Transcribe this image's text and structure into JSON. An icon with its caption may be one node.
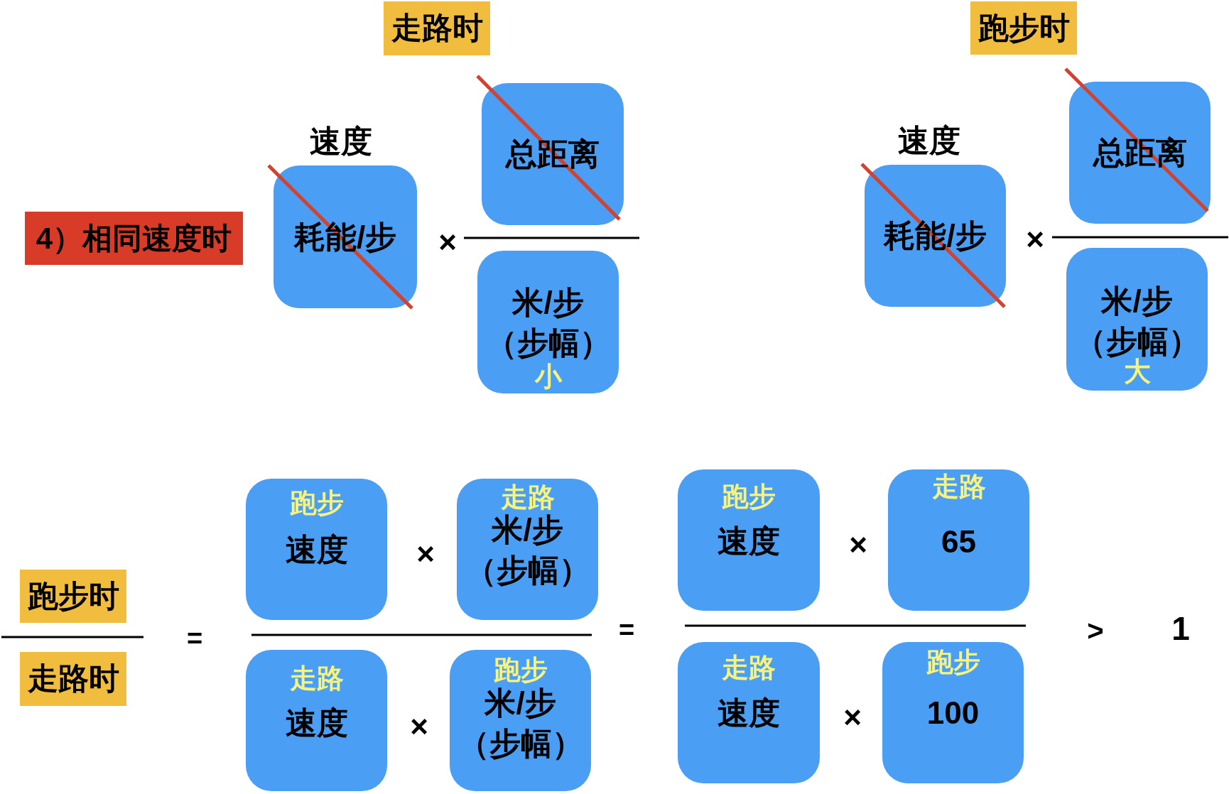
{
  "diagram": {
    "nodes": [
      {
        "text": [
          "走路时"
        ]
      },
      {
        "text": [
          "跑步时"
        ]
      },
      {
        "text": [
          "4）相同速度时"
        ]
      },
      {
        "text": [
          "耗能/步"
        ]
      },
      {
        "text": [
          "总距离"
        ]
      },
      {
        "text": [
          "米/步（步幅）",
          "小"
        ]
      },
      {
        "text": [
          "耗能/步"
        ]
      },
      {
        "text": [
          "总距离"
        ]
      },
      {
        "text": [
          "米/步（步幅）",
          "大"
        ]
      },
      {
        "text": [
          "跑步时"
        ]
      },
      {
        "text": [
          "走路时"
        ]
      },
      {
        "text": [
          "跑步",
          "速度"
        ]
      },
      {
        "text": [
          "走路",
          "米/步（步幅）"
        ]
      },
      {
        "text": [
          "走路",
          "速度"
        ]
      },
      {
        "text": [
          "跑步",
          "米/步（步幅）"
        ]
      },
      {
        "text": [
          "跑步",
          "速度"
        ]
      },
      {
        "text": [
          "走路",
          "65"
        ]
      },
      {
        "text": [
          "走路",
          "速度"
        ]
      },
      {
        "text": [
          "跑步",
          "100"
        ]
      }
    ],
    "labels": [
      "速度",
      "×",
      "速度",
      "×",
      "=",
      "×",
      "×",
      "=",
      "×",
      "×",
      ">",
      "1"
    ]
  }
}
